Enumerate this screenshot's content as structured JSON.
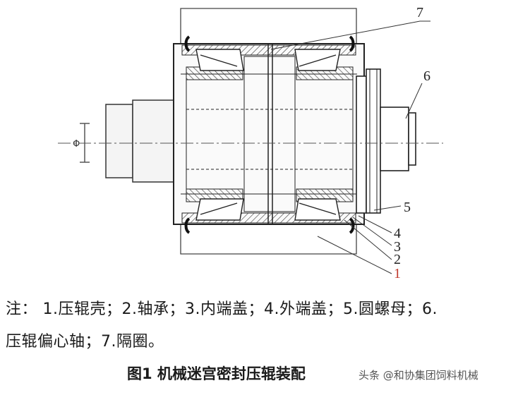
{
  "callouts": [
    "1",
    "2",
    "3",
    "4",
    "5",
    "6",
    "7"
  ],
  "shaft_mark": "Φ",
  "notes": {
    "line1": "注：  1.压辊壳；2.轴承；3.内端盖；4.外端盖；5.圆螺母；6.",
    "line2": "压辊偏心轴；7.隔圈。"
  },
  "caption": "图1  机械迷宫密封压辊装配",
  "watermark": "头条 @和协集团饲料机械"
}
